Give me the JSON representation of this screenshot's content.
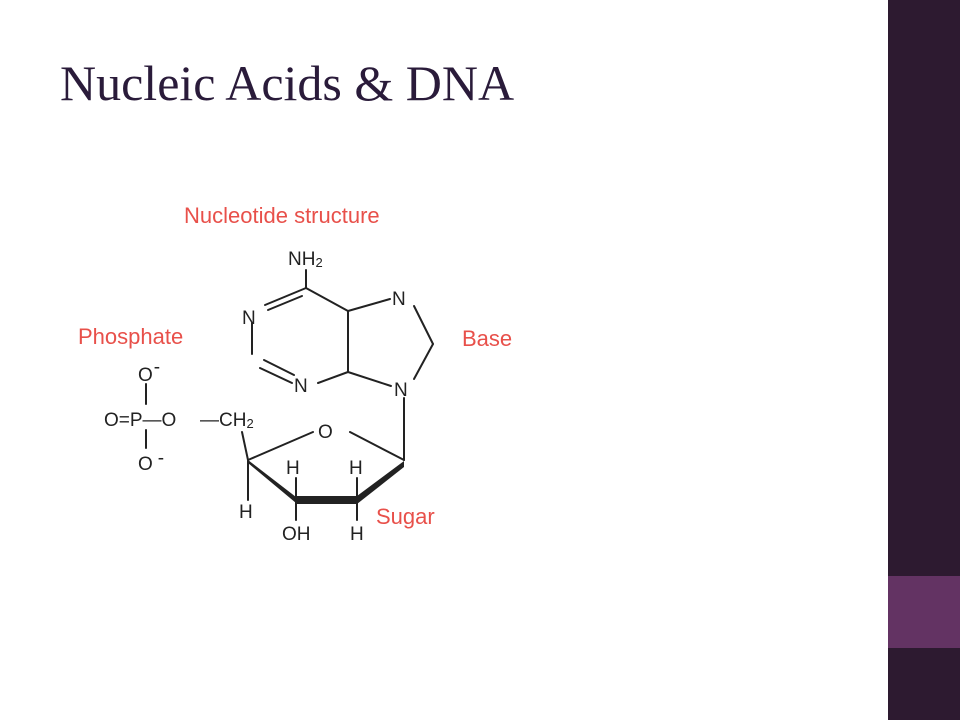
{
  "slide": {
    "title": "Nucleic Acids & DNA",
    "colors": {
      "sidebar": "#2d1a30",
      "sidebar_accent": "#633363",
      "title": "#2a1b3a",
      "label": "#e8504a",
      "structure": "#222222"
    }
  },
  "diagram": {
    "heading": "Nucleotide structure",
    "labels": {
      "phosphate": "Phosphate",
      "base": "Base",
      "sugar": "Sugar"
    },
    "atoms": {
      "nh": "NH",
      "nh_sub": "2",
      "n_top": "N",
      "n_left": "N",
      "n_bottom": "N",
      "n_link": "N",
      "o_minus_top": "O",
      "charge_top": "-",
      "phosphate_row": "O=P—O",
      "ch": "—CH",
      "ch_sub": "2",
      "o_minus_bottom": "O",
      "charge_bottom": "-",
      "ring_o": "O",
      "h_c3": "H",
      "h_c2": "H",
      "h_c4": "H",
      "oh": "OH",
      "h_c2b": "H"
    }
  }
}
